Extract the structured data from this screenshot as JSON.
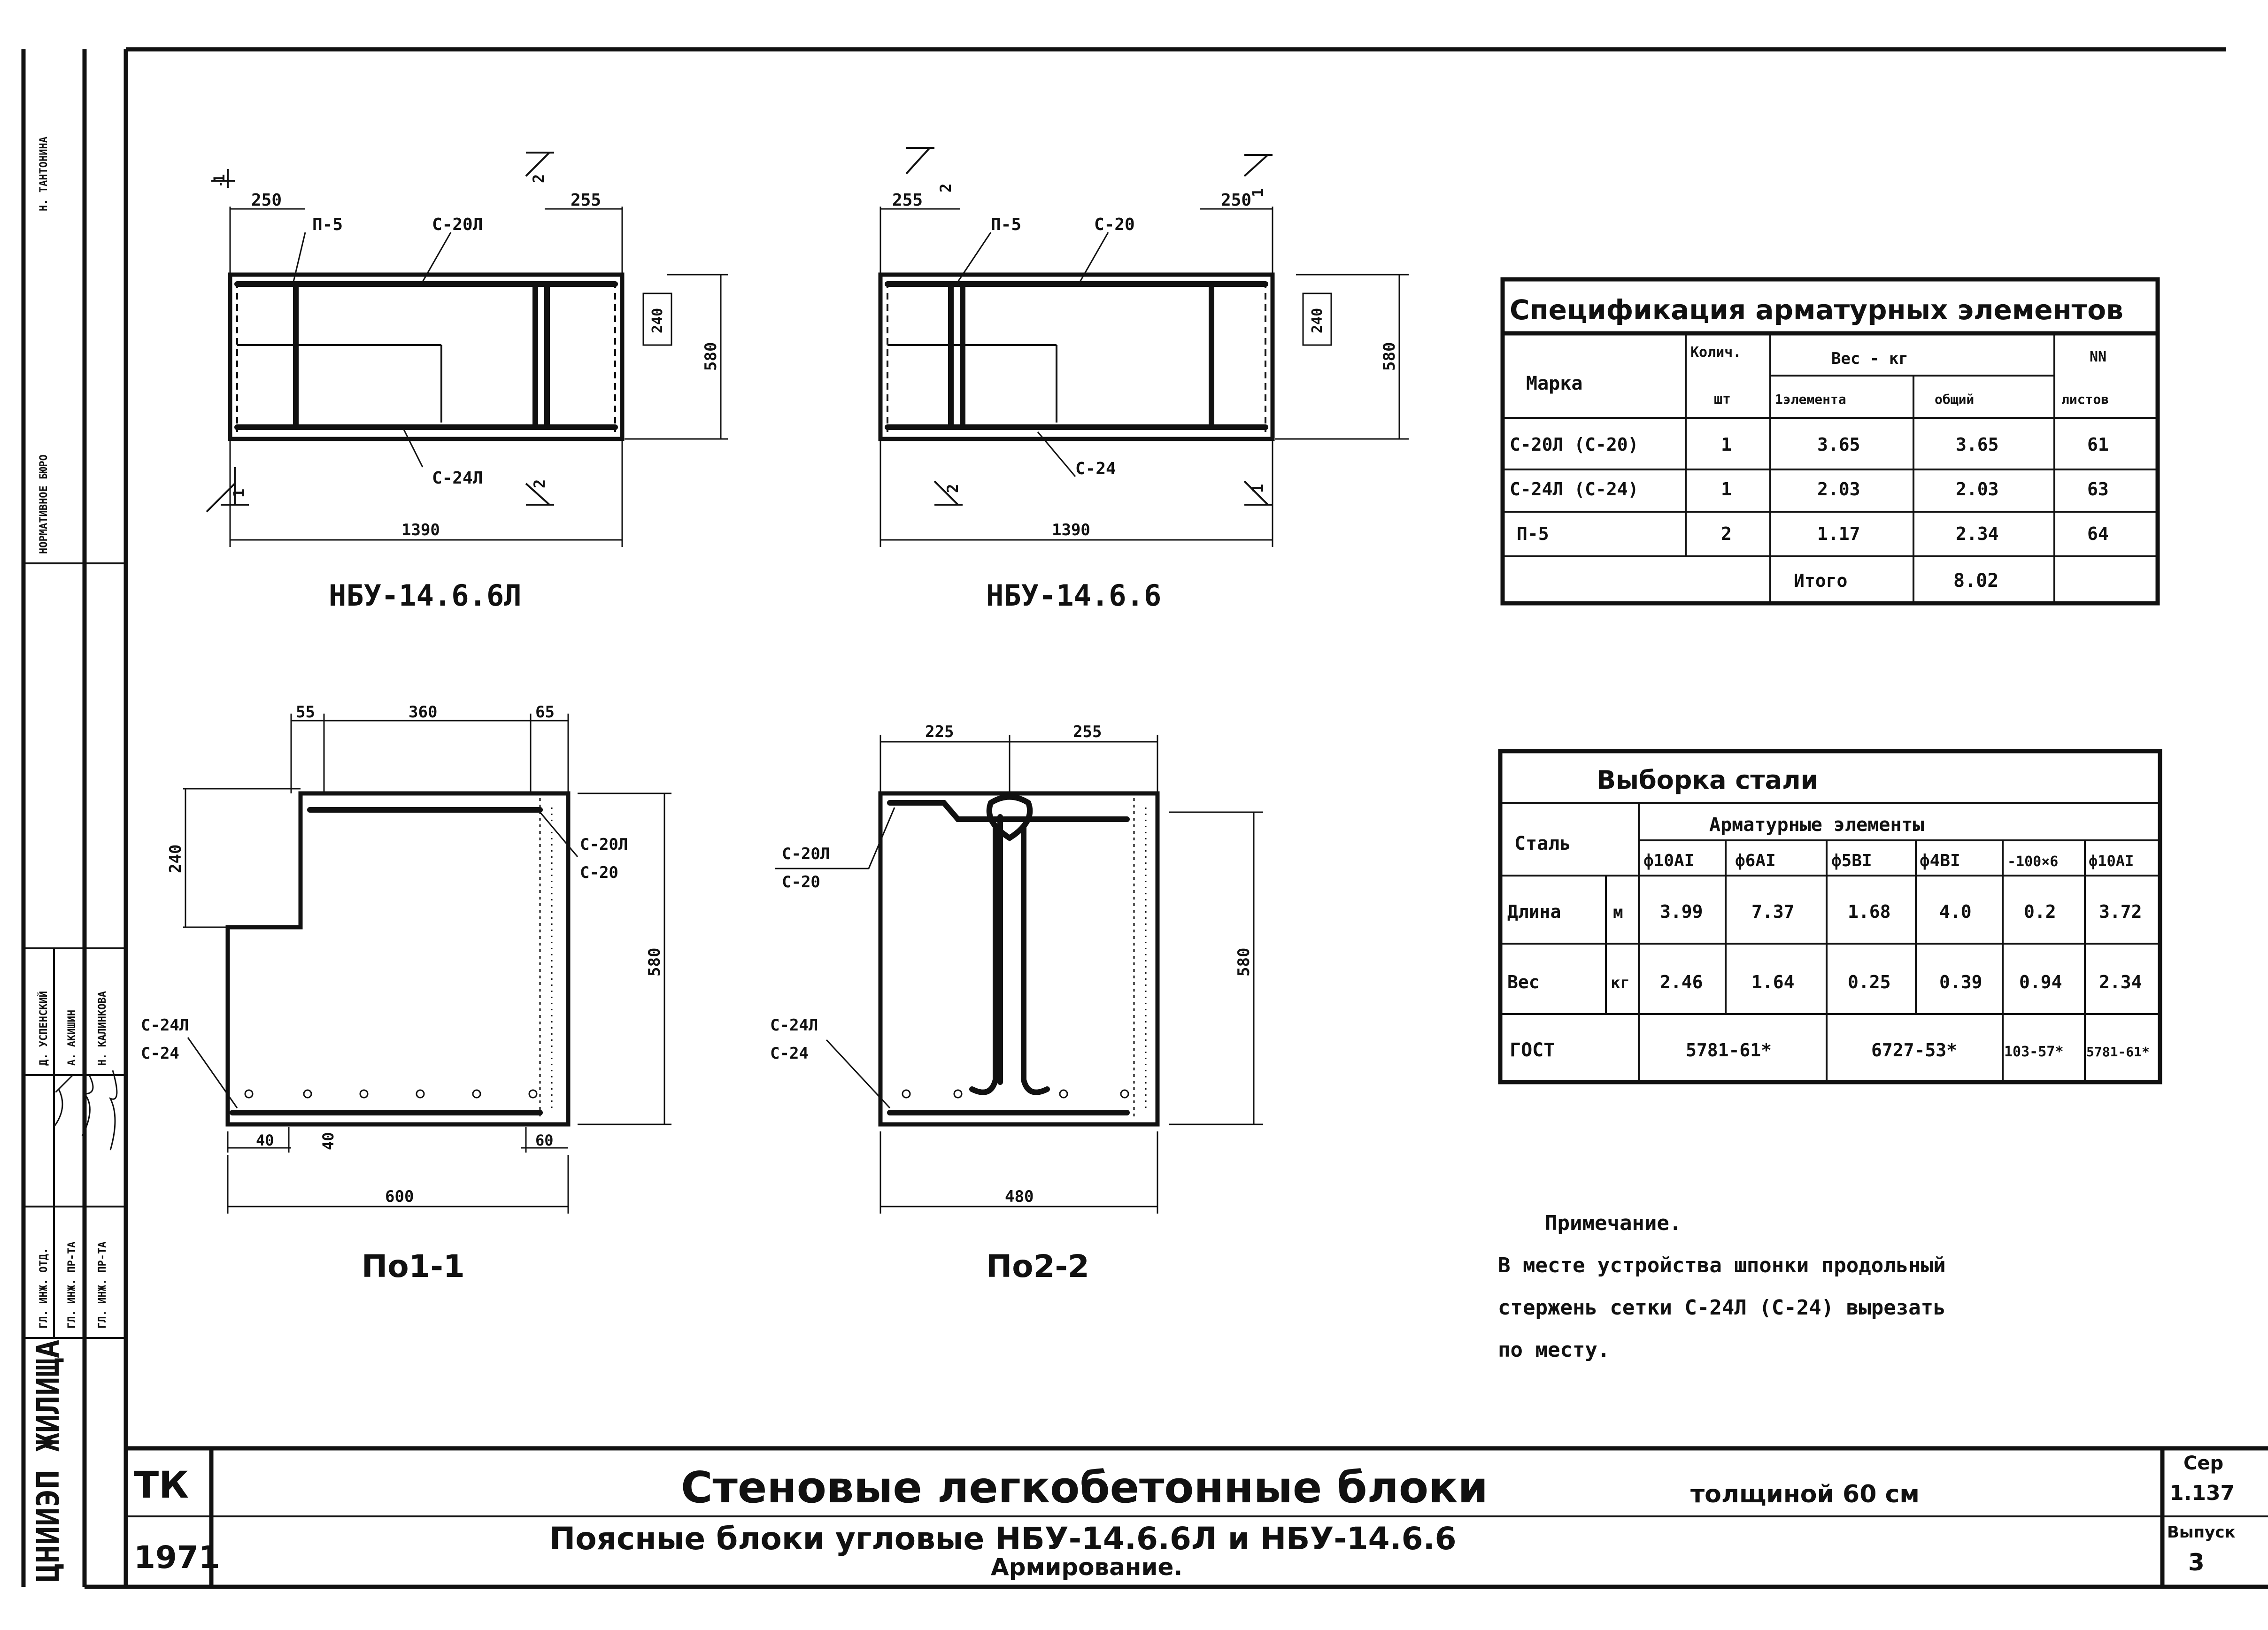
{
  "stamp": {
    "side_stamp": "ЦНИИЭП ЖИЛИЩА",
    "staff_roles": [
      "ГЛ. ИНЖ. ОТД.",
      "ГЛ. ИНЖ. ПР-ТА",
      "ГЛ. ИНЖ. ПР-ТА"
    ],
    "staff_names": [
      "Д. УСПЕНСКИЙ",
      "А. АКИШИН",
      "Н. КАЛИНКОВА"
    ],
    "side_bureau": "НОРМАТИВНОЕ БЮРО",
    "side_name": "Н. ТАНТОНИНА"
  },
  "drawings": {
    "left_plan": {
      "caption": "НБУ-14.6.6Л",
      "dims": {
        "left": "250",
        "right": "255",
        "length": "1390",
        "height": "580",
        "small_h": "240"
      },
      "marks": {
        "top_mesh": "С-20Л",
        "bottom_mesh": "С-24Л",
        "link": "П-5"
      },
      "section_marks": [
        "1",
        "2",
        "2",
        "1"
      ]
    },
    "right_plan": {
      "caption": "НБУ-14.6.6",
      "dims": {
        "left": "255",
        "right": "250",
        "length": "1390",
        "height": "580",
        "small_h": "240"
      },
      "marks": {
        "top_mesh": "С-20",
        "bottom_mesh": "С-24",
        "link": "П-5"
      },
      "section_marks": [
        "2",
        "1",
        "2",
        "1"
      ]
    },
    "section_1": {
      "caption": "По1-1",
      "dims": {
        "w1": "55",
        "w2": "360",
        "w3": "65",
        "h_top": "240",
        "height": "580",
        "b1": "40",
        "b2": "40",
        "b3": "60",
        "width": "600"
      },
      "marks": {
        "top_a": "С-20Л",
        "top_b": "С-20",
        "bot_a": "С-24Л",
        "bot_b": "С-24"
      }
    },
    "section_2": {
      "caption": "По2-2",
      "dims": {
        "w1": "225",
        "w2": "255",
        "height": "580",
        "width": "480"
      },
      "marks": {
        "top_a": "С-20Л",
        "top_b": "С-20",
        "bot_a": "С-24Л",
        "bot_b": "С-24"
      }
    }
  },
  "spec_table": {
    "title": "Спецификация арматурных элементов",
    "headers": {
      "mark": "Марка",
      "count": "Колич.",
      "count_unit": "шт",
      "weight": "Вес - кг",
      "per_element": "1элемента",
      "total": "общий",
      "sheets": "NN",
      "sheets_unit": "листов"
    },
    "rows": [
      {
        "mark": "С-20Л (С-20)",
        "count": "1",
        "per": "3.65",
        "total": "3.65",
        "sheet": "61"
      },
      {
        "mark": "С-24Л (С-24)",
        "count": "1",
        "per": "2.03",
        "total": "2.03",
        "sheet": "63"
      },
      {
        "mark": "П-5",
        "count": "2",
        "per": "1.17",
        "total": "2.34",
        "sheet": "64"
      }
    ],
    "footer": {
      "label": "Итого",
      "value": "8.02"
    }
  },
  "steel_table": {
    "title": "Выборка стали",
    "group": "Арматурные элементы",
    "steel_label": "Сталь",
    "columns": [
      "ф10АI",
      "ф6АI",
      "ф5ВI",
      "ф4ВI",
      "-100×6",
      "ф10АI"
    ],
    "length": {
      "label": "Длина",
      "unit": "м",
      "values": [
        "3.99",
        "7.37",
        "1.68",
        "4.0",
        "0.2",
        "3.72"
      ]
    },
    "weight": {
      "label": "Вес",
      "unit": "кг",
      "values": [
        "2.46",
        "1.64",
        "0.25",
        "0.39",
        "0.94",
        "2.34"
      ]
    },
    "gost": {
      "label": "ГОСТ",
      "values": [
        "5781-61*",
        "6727-53*",
        "103-57*",
        "5781-61*"
      ]
    }
  },
  "note": {
    "title": "Примечание.",
    "lines": [
      "В месте устройства шпонки продольный",
      "стержень сетки С-24Л (С-24) вырезать",
      "по месту."
    ]
  },
  "title_block": {
    "org": "ТК",
    "year": "1971",
    "title_main": "Стеновые легкобетонные блоки",
    "title_suffix": "толщиной 60 см",
    "subtitle": "Поясные блоки угловые НБУ-14.6.6Л и НБУ-14.6.6",
    "subtitle2": "Армирование.",
    "series_label": "Сер",
    "series_value": "1.137",
    "issue_label": "Выпуск",
    "issue_value": "3"
  }
}
